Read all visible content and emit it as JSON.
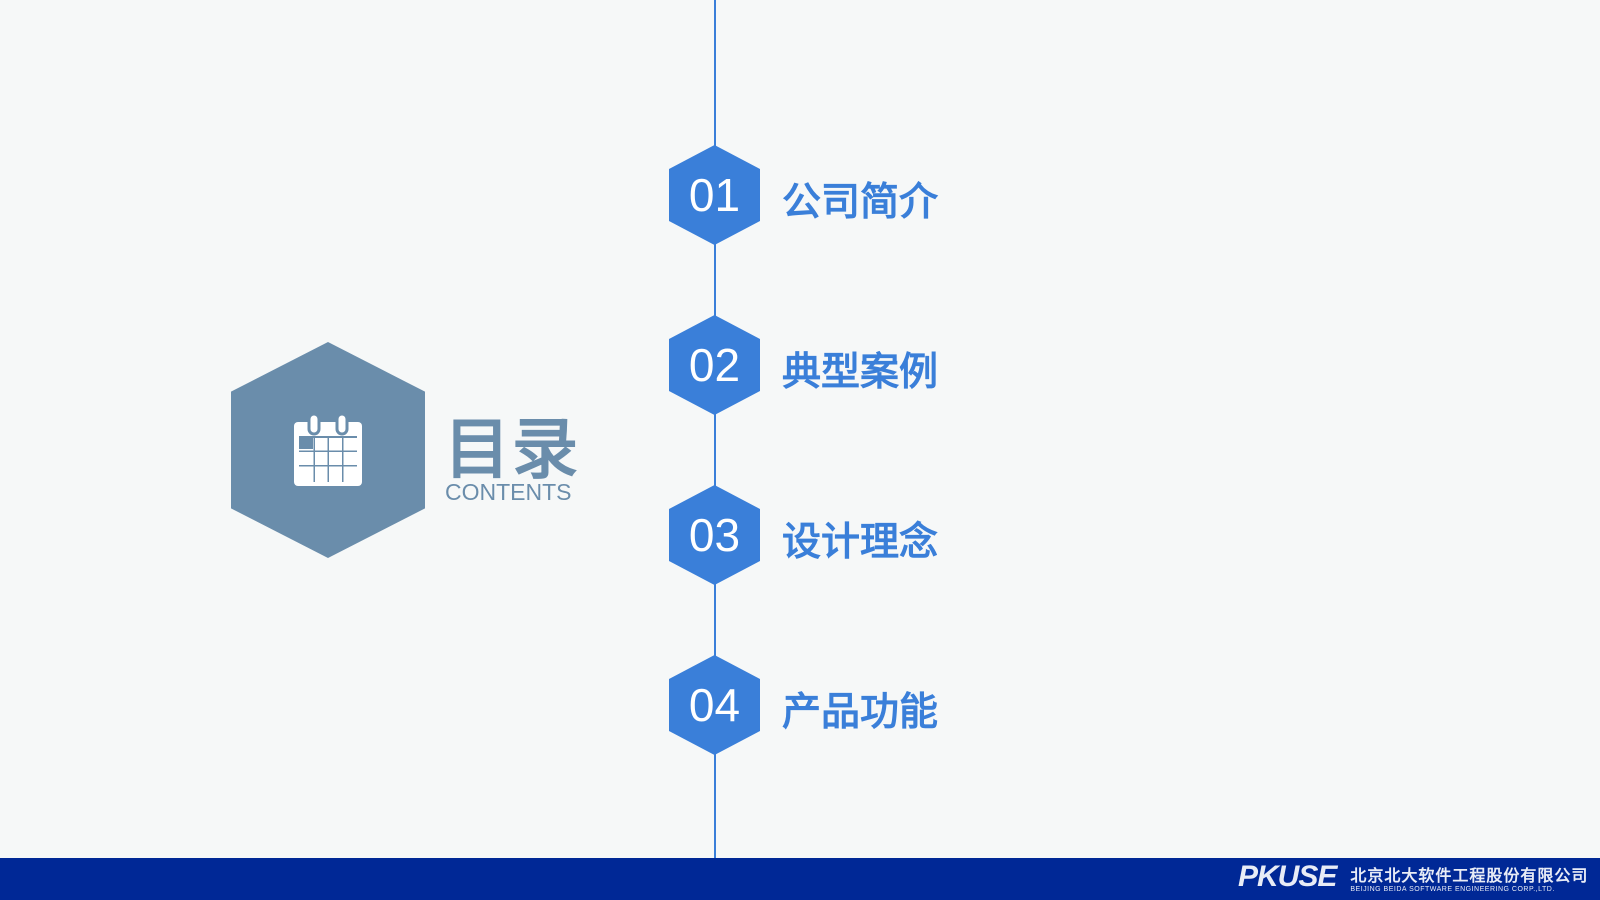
{
  "title": "目录",
  "subtitle": "CONTENTS",
  "items": [
    {
      "num": "01",
      "label": "公司简介"
    },
    {
      "num": "02",
      "label": "典型案例"
    },
    {
      "num": "03",
      "label": "设计理念"
    },
    {
      "num": "04",
      "label": "产品功能"
    }
  ],
  "footer": {
    "logo": "PKUSE",
    "company_cn": "北京北大软件工程股份有限公司",
    "company_en": "BEIJING BEIDA SOFTWARE ENGINEERING CORP.,LTD."
  },
  "colors": {
    "accent": "#3a7fd9",
    "muted": "#6a8dab",
    "footer": "#002896",
    "background": "#f6f8f8"
  }
}
